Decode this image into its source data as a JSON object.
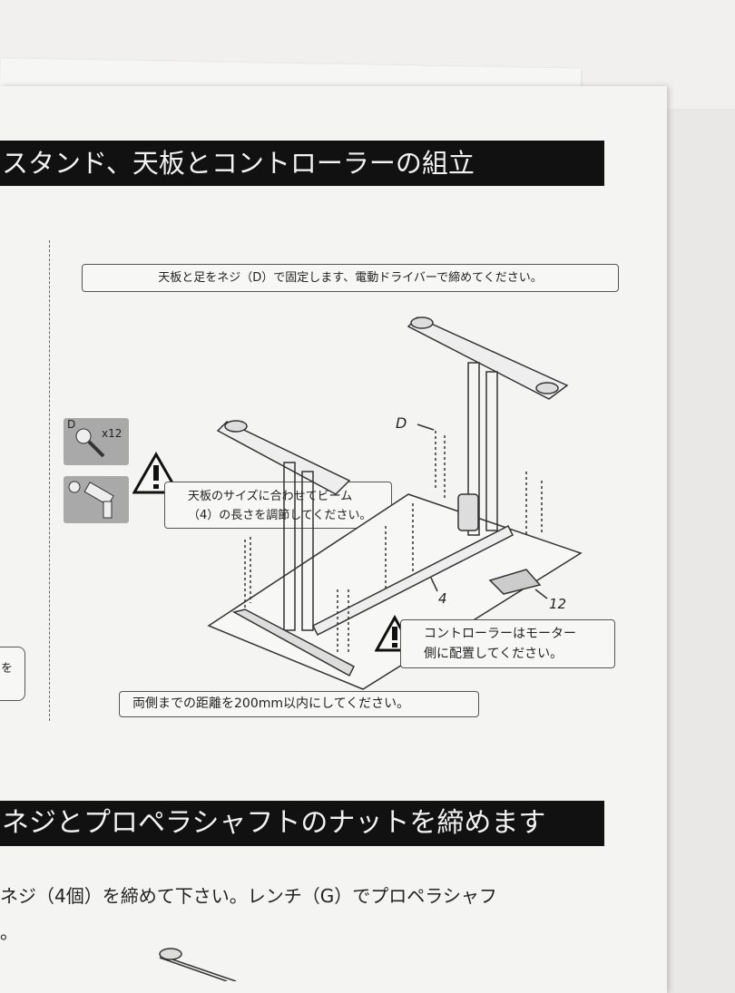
{
  "section1": {
    "title": "スタンド、天板とコントローラーの組立",
    "instruction": "天板と足をネジ（D）で固定します、電動ドライバーで締めてください。",
    "parts": {
      "screw_label": "D",
      "screw_count": "x12"
    },
    "warning_beam": [
      "天板のサイズに合わせてビーム",
      "（4）の長さを調節してください。"
    ],
    "warning_controller": [
      "コントローラーはモーター",
      "側に配置してください。"
    ],
    "distance_note": "両側までの距離を200mm以内にしてください。",
    "diagram_labels": {
      "screw": "D",
      "beam": "4",
      "controller": "12"
    },
    "left_box_fragment": "を"
  },
  "section2": {
    "title": "ネジとプロペラシャフトのナットを締めます",
    "body": [
      "ネジ（4個）を締めて下さい。レンチ（G）でプロペラシャフ",
      "。"
    ]
  }
}
